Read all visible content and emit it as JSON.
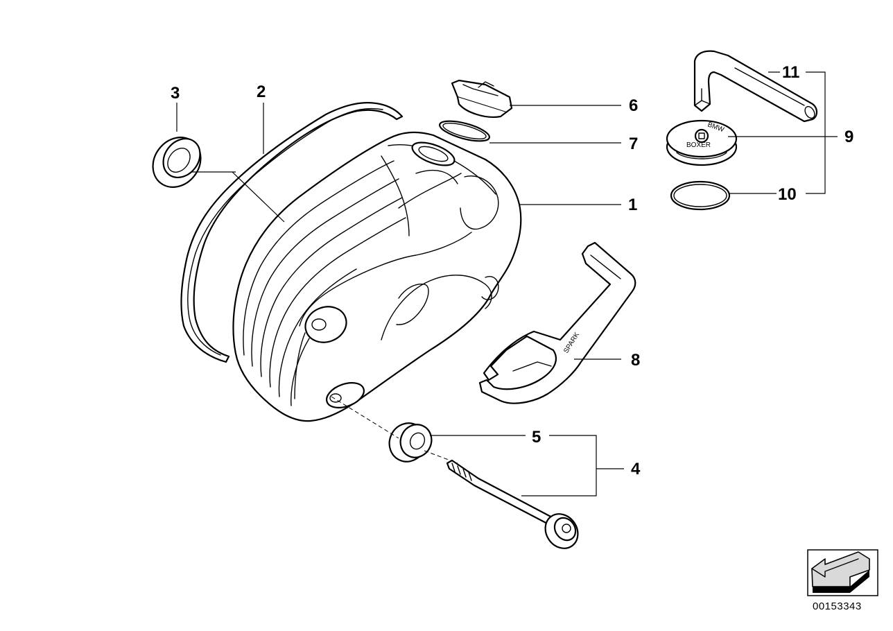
{
  "callouts": {
    "c1": "1",
    "c2": "2",
    "c3": "3",
    "c4": "4",
    "c5": "5",
    "c6": "6",
    "c7": "7",
    "c8": "8",
    "c9": "9",
    "c10": "10",
    "c11": "11"
  },
  "plug_text": {
    "line1": "BMW",
    "line2": "BOXER"
  },
  "guard_text": "SPARK",
  "catalog_number": "00153343",
  "colors": {
    "line": "#000000",
    "background": "#ffffff",
    "shade": "#d9d9d9"
  }
}
